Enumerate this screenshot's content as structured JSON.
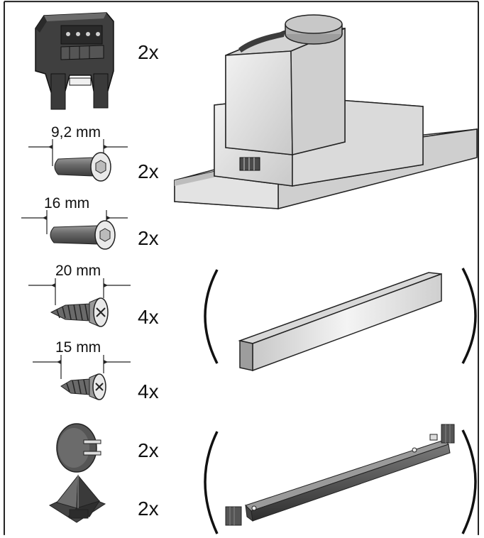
{
  "parts": [
    {
      "id": "mounting-bracket",
      "quantity": "2x"
    },
    {
      "id": "screw-9-2",
      "dimension": "9,2 mm",
      "quantity": "2x"
    },
    {
      "id": "screw-16",
      "dimension": "16 mm",
      "quantity": "2x"
    },
    {
      "id": "wood-screw-20",
      "dimension": "20 mm",
      "quantity": "4x"
    },
    {
      "id": "wood-screw-15",
      "dimension": "15 mm",
      "quantity": "4x"
    },
    {
      "id": "round-cap",
      "quantity": "2x"
    },
    {
      "id": "pyramid-spacer",
      "quantity": "2x"
    }
  ],
  "colors": {
    "steel_light": "#e6e6e6",
    "steel_mid": "#bdbdbd",
    "steel_dark": "#8a8a8a",
    "plastic_dark": "#5a5a5a",
    "outline": "#222222"
  }
}
